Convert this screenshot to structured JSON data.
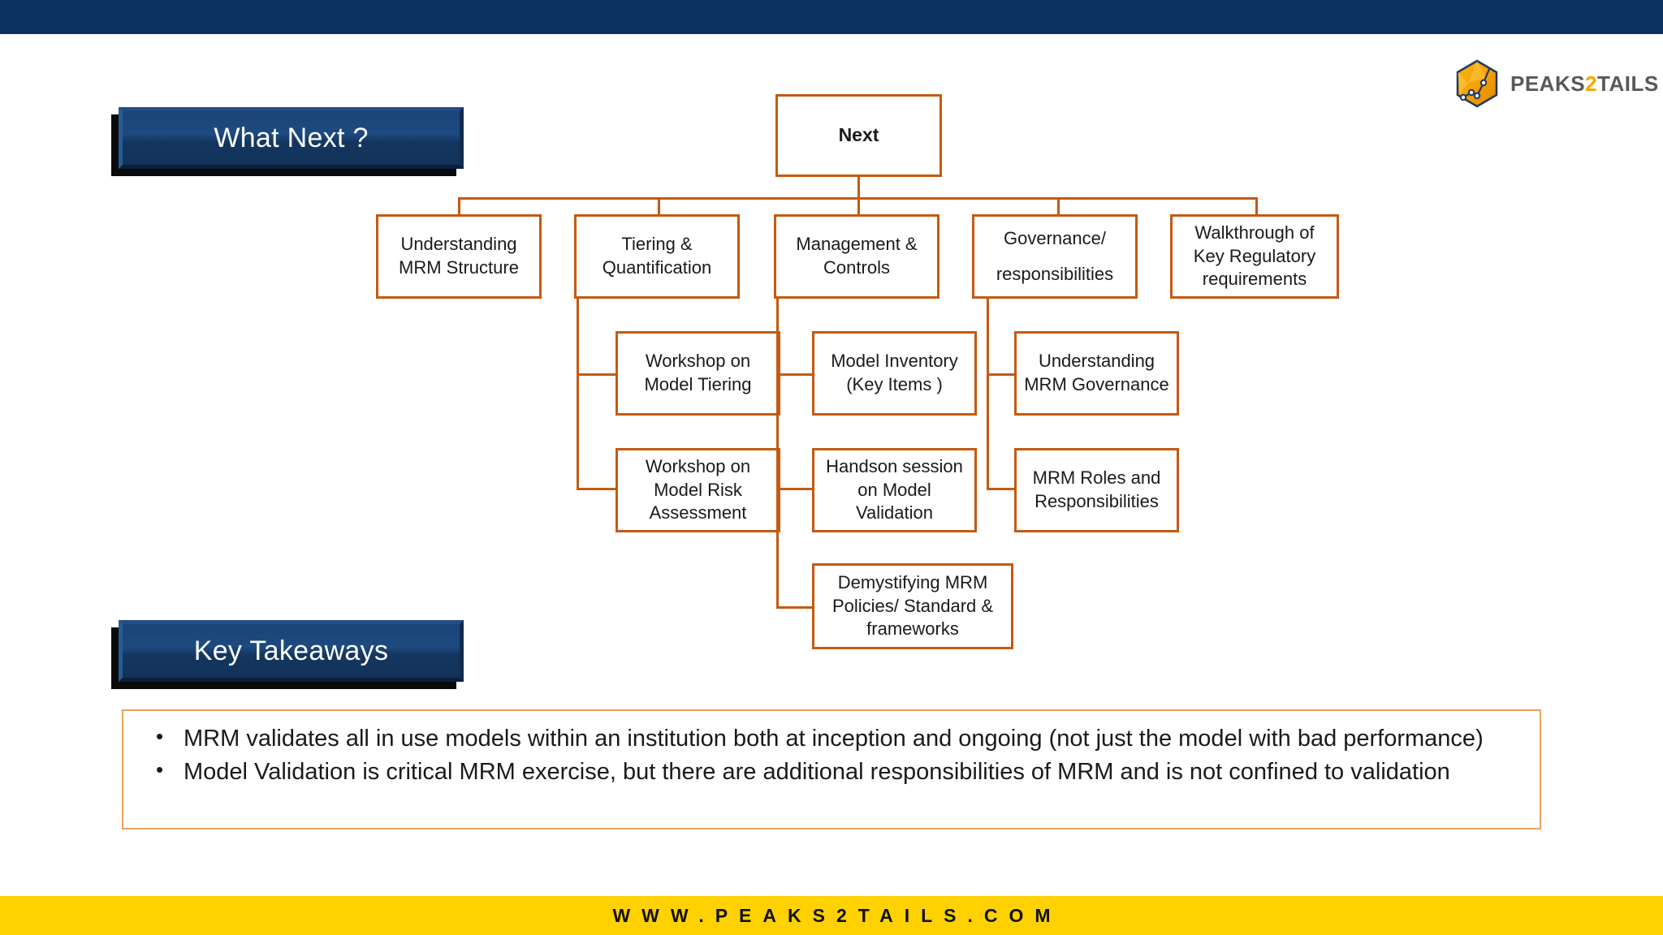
{
  "theme": {
    "navy": "#0D3160",
    "orange": "#C55A11",
    "yellow": "#FFD100",
    "box_border": "#C55A11",
    "takeaway_border": "#E8A45C"
  },
  "brand": {
    "logo_name": "hexagon-peaks-logo-icon",
    "name_part1": "PEAKS",
    "name_accent": "2",
    "name_part2": "TAILS"
  },
  "banners": {
    "what_next": "What Next ?",
    "key_takeaways": "Key Takeaways"
  },
  "chart_data": {
    "type": "diagram",
    "title": "What Next ?",
    "root": "Next",
    "branches": [
      {
        "label": "Understanding\nMRM Structure",
        "line1": "Understanding",
        "line2": "MRM Structure",
        "children": []
      },
      {
        "label": "Tiering & Quantification",
        "line1": "Tiering &",
        "line2": "Quantification",
        "children": [
          {
            "line1": "Workshop on",
            "line2": "Model Tiering",
            "line3": ""
          },
          {
            "line1": "Workshop on",
            "line2": "Model Risk",
            "line3": "Assessment"
          }
        ]
      },
      {
        "label": "Management & Controls",
        "line1": "Management &",
        "line2": "Controls",
        "children": [
          {
            "line1": "Model Inventory",
            "line2": "(Key Items )",
            "line3": ""
          },
          {
            "line1": "Handson session",
            "line2": "on Model",
            "line3": "Validation"
          },
          {
            "line1": "Demystifying MRM",
            "line2": "Policies/ Standard &",
            "line3": "frameworks"
          }
        ]
      },
      {
        "label": "Governance/ responsibilities",
        "line1": "Governance/",
        "line2": "responsibilities",
        "children": [
          {
            "line1": "Understanding",
            "line2": "MRM Governance",
            "line3": ""
          },
          {
            "line1": "MRM Roles and",
            "line2": "Responsibilities",
            "line3": ""
          }
        ]
      },
      {
        "label": "Walkthrough of Key Regulatory requirements",
        "line1": "Walkthrough of",
        "line2": "Key Regulatory",
        "line3": "requirements",
        "children": []
      }
    ]
  },
  "takeaways": {
    "items": [
      "MRM validates all in use models within an institution both at inception and ongoing (not just the model with bad performance)",
      "Model Validation is critical MRM exercise, but there are additional responsibilities of MRM and is not confined to validation"
    ]
  },
  "footer": {
    "url": "WWW.PEAKS2TAILS.COM"
  }
}
